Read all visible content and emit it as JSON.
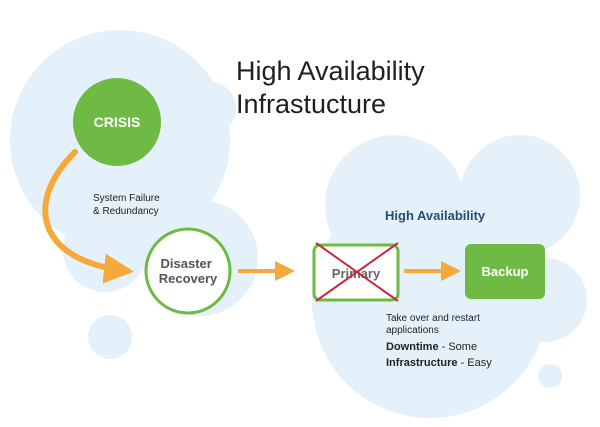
{
  "title": {
    "line1": "High Availability",
    "line2": "Infrastucture"
  },
  "nodes": {
    "crisis": "CRISIS",
    "disaster_recovery": {
      "line1": "Disaster",
      "line2": "Recovery"
    },
    "primary": "Primary",
    "backup": "Backup"
  },
  "labels": {
    "system_failure": {
      "line1": "System Failure",
      "line2": "& Redundancy"
    },
    "ha_heading": "High Availability",
    "take_over": {
      "line1": "Take over and restart",
      "line2": "applications"
    },
    "downtime": {
      "term": "Downtime",
      "value": " - Some"
    },
    "infrastructure": {
      "term": "Infrastructure",
      "value": " - Easy"
    }
  },
  "colors": {
    "green": "#6fba45",
    "green_dark": "#4f9d3a",
    "orange": "#f5a93a",
    "bubble": "#e4f1fb",
    "red": "#c8283b",
    "heading_blue": "#2b4c6f"
  }
}
